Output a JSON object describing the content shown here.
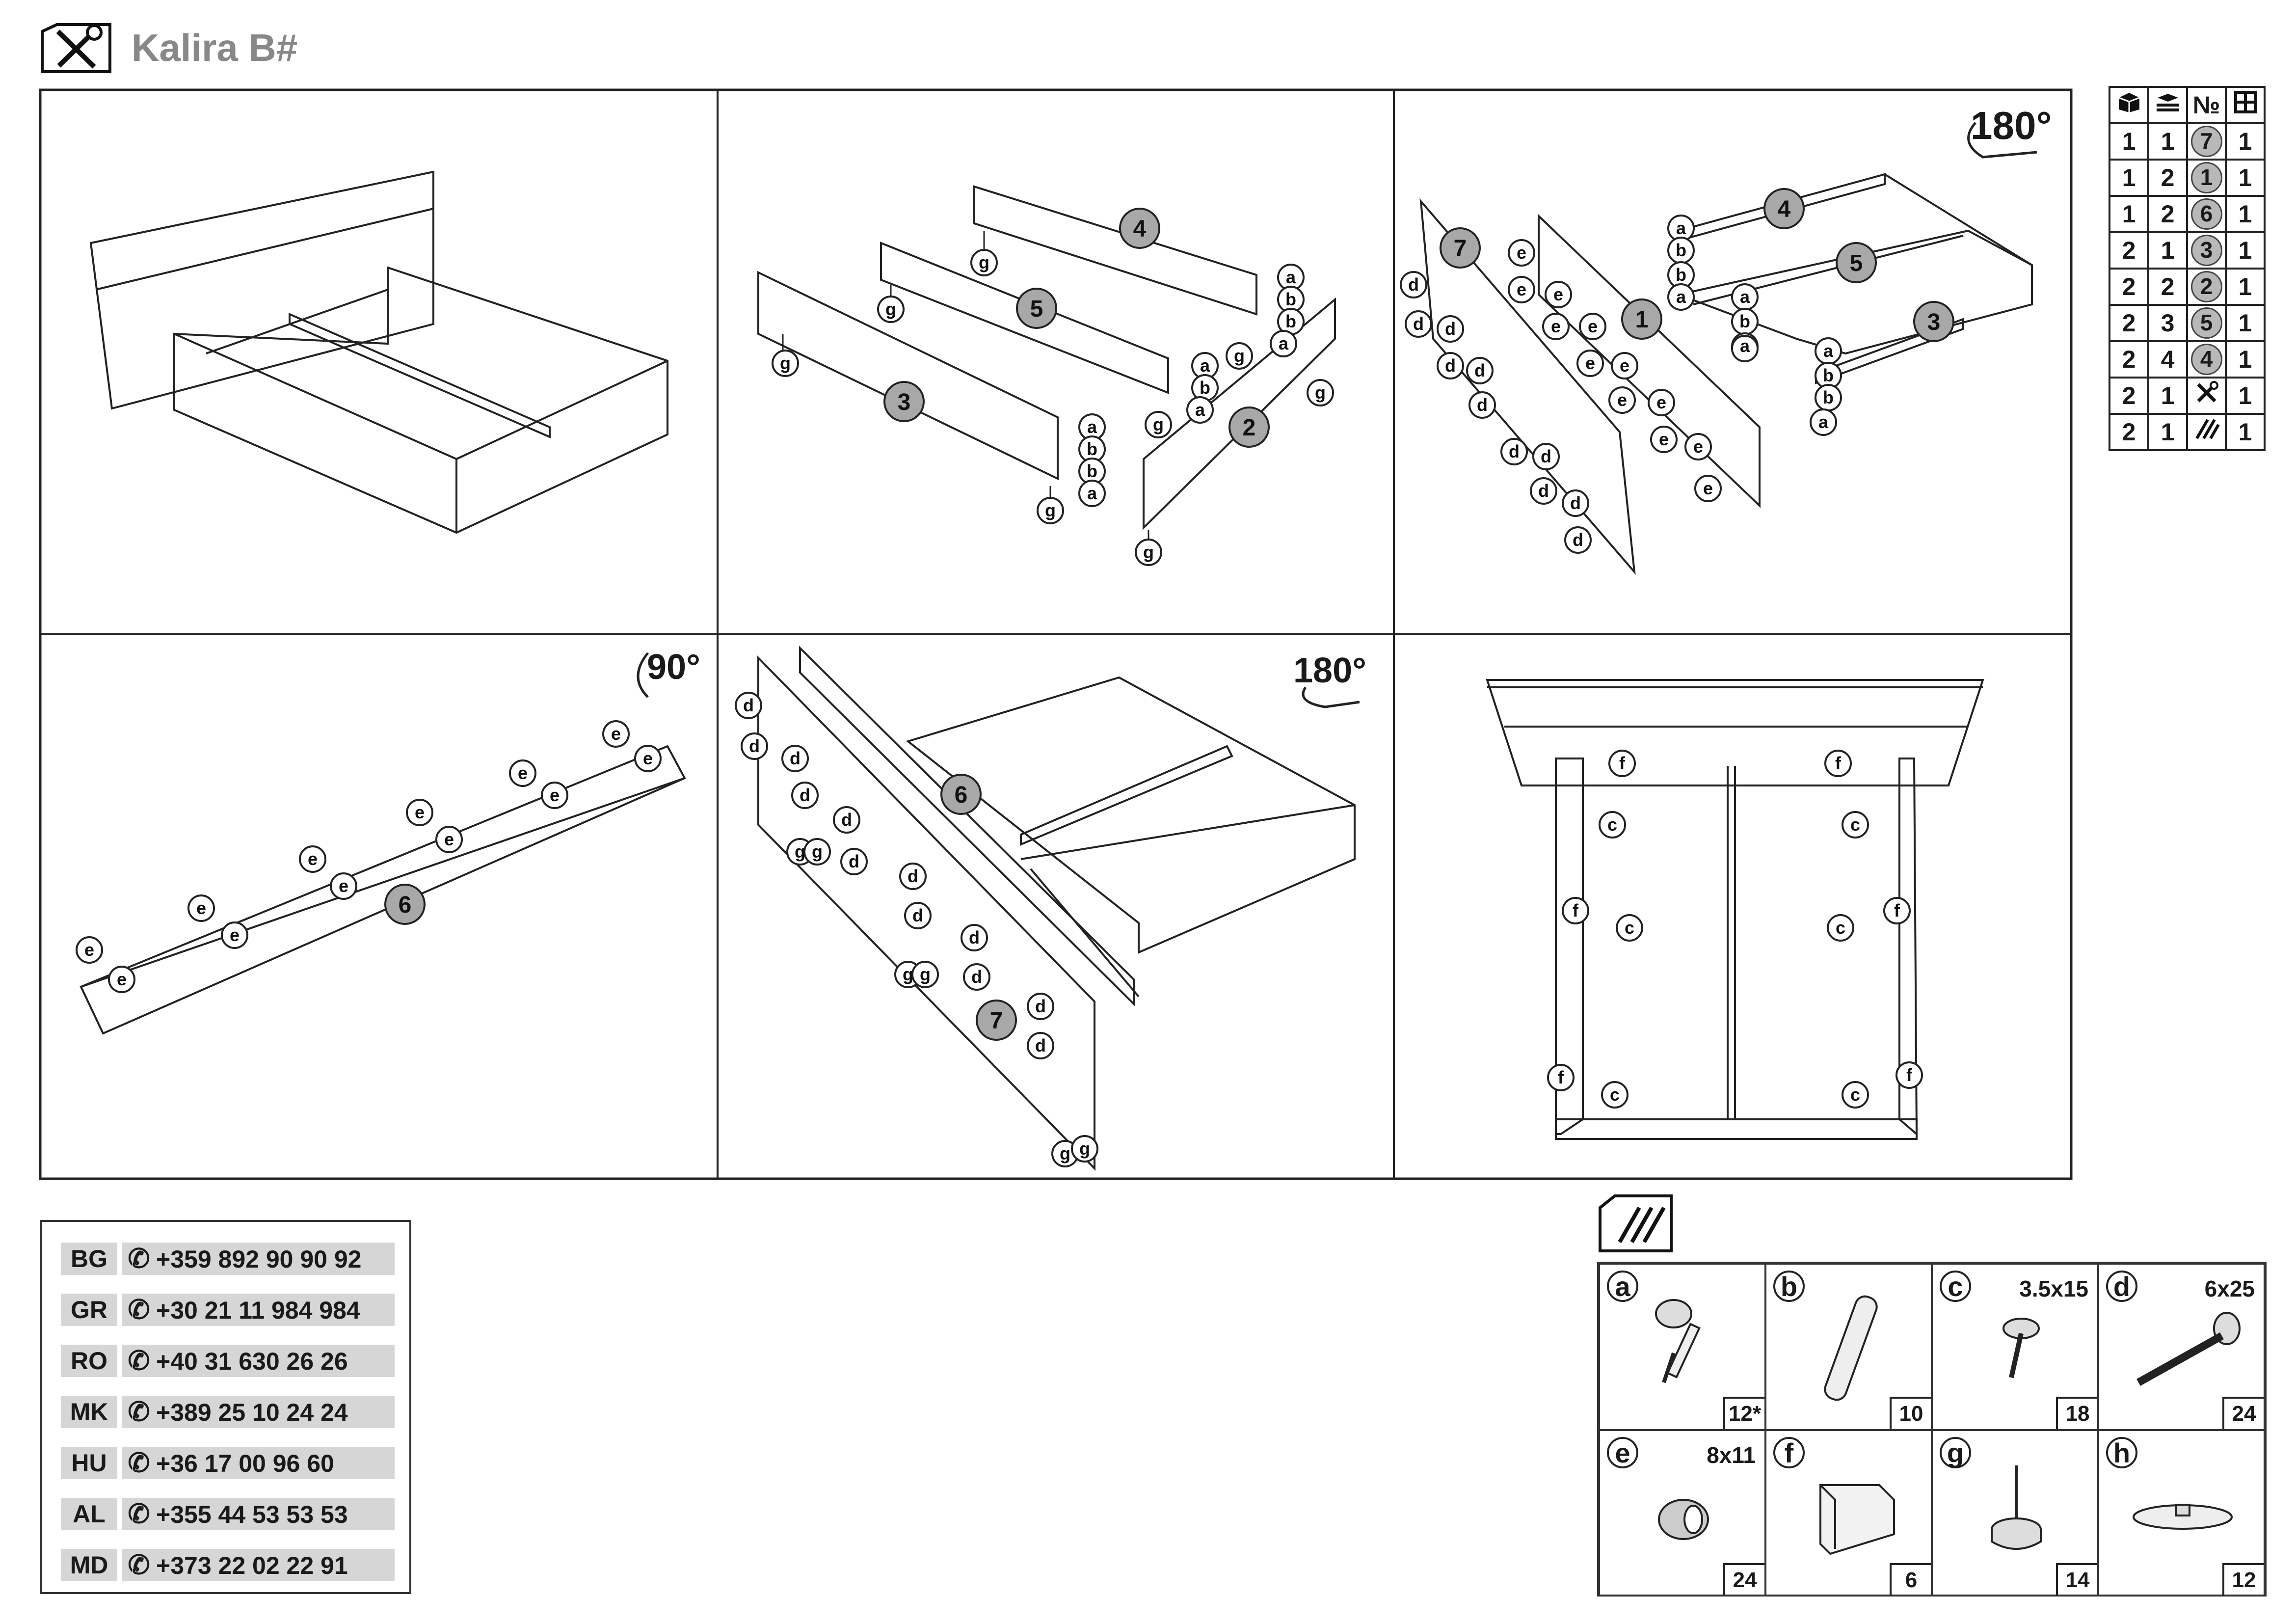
{
  "header": {
    "title": "Kalira B#",
    "tool_icon": "wrench-screwdriver-icon"
  },
  "steps": {
    "step2": {
      "labels": [
        "4",
        "5",
        "3",
        "2"
      ],
      "hardware": [
        "a",
        "b",
        "g"
      ]
    },
    "step3": {
      "rotation": "180°",
      "labels": [
        "7",
        "1",
        "4",
        "5",
        "3"
      ],
      "hardware": [
        "a",
        "b",
        "d",
        "e"
      ]
    },
    "step4": {
      "rotation": "90°",
      "labels": [
        "6"
      ],
      "hardware": [
        "e"
      ]
    },
    "step5": {
      "rotation": "180°",
      "labels": [
        "6",
        "7"
      ],
      "hardware": [
        "d",
        "g"
      ]
    },
    "step6": {
      "hardware": [
        "f",
        "c"
      ]
    }
  },
  "parts_table": {
    "header_icons": [
      "box-icon",
      "stack-icon",
      "number-sign",
      "grid-icon"
    ],
    "header_number": "№",
    "rows": [
      {
        "box": "1",
        "stack": "1",
        "no": "7",
        "qty": "1"
      },
      {
        "box": "1",
        "stack": "2",
        "no": "1",
        "qty": "1"
      },
      {
        "box": "1",
        "stack": "2",
        "no": "6",
        "qty": "1"
      },
      {
        "box": "2",
        "stack": "1",
        "no": "3",
        "qty": "1"
      },
      {
        "box": "2",
        "stack": "2",
        "no": "2",
        "qty": "1"
      },
      {
        "box": "2",
        "stack": "3",
        "no": "5",
        "qty": "1"
      },
      {
        "box": "2",
        "stack": "4",
        "no": "4",
        "qty": "1"
      },
      {
        "box": "2",
        "stack": "1",
        "no": "tools",
        "qty": "1"
      },
      {
        "box": "2",
        "stack": "1",
        "no": "fittings",
        "qty": "1"
      }
    ]
  },
  "phones": [
    {
      "country": "BG",
      "number": "+359 892 90 90 92"
    },
    {
      "country": "GR",
      "number": "+30 21 11 984 984"
    },
    {
      "country": "RO",
      "number": "+40 31 630 26 26"
    },
    {
      "country": "MK",
      "number": "+389 25 10 24 24"
    },
    {
      "country": "HU",
      "number": "+36 17 00 96 60"
    },
    {
      "country": "AL",
      "number": "+355 44 53 53 53"
    },
    {
      "country": "MD",
      "number": "+373 22 02 22 91"
    }
  ],
  "hardware": [
    {
      "letter": "a",
      "size": "",
      "qty": "12*",
      "icon": "cam-lock-bolt-icon"
    },
    {
      "letter": "b",
      "size": "",
      "qty": "10",
      "icon": "wooden-dowel-icon"
    },
    {
      "letter": "c",
      "size": "3.5x15",
      "qty": "18",
      "icon": "short-screw-icon"
    },
    {
      "letter": "d",
      "size": "6x25",
      "qty": "24",
      "icon": "long-screw-icon"
    },
    {
      "letter": "e",
      "size": "8x11",
      "qty": "24",
      "icon": "plastic-insert-icon"
    },
    {
      "letter": "f",
      "size": "",
      "qty": "6",
      "icon": "corner-bracket-icon"
    },
    {
      "letter": "g",
      "size": "",
      "qty": "14",
      "icon": "nail-glide-icon"
    },
    {
      "letter": "h",
      "size": "",
      "qty": "12",
      "icon": "leveling-pad-icon"
    }
  ]
}
